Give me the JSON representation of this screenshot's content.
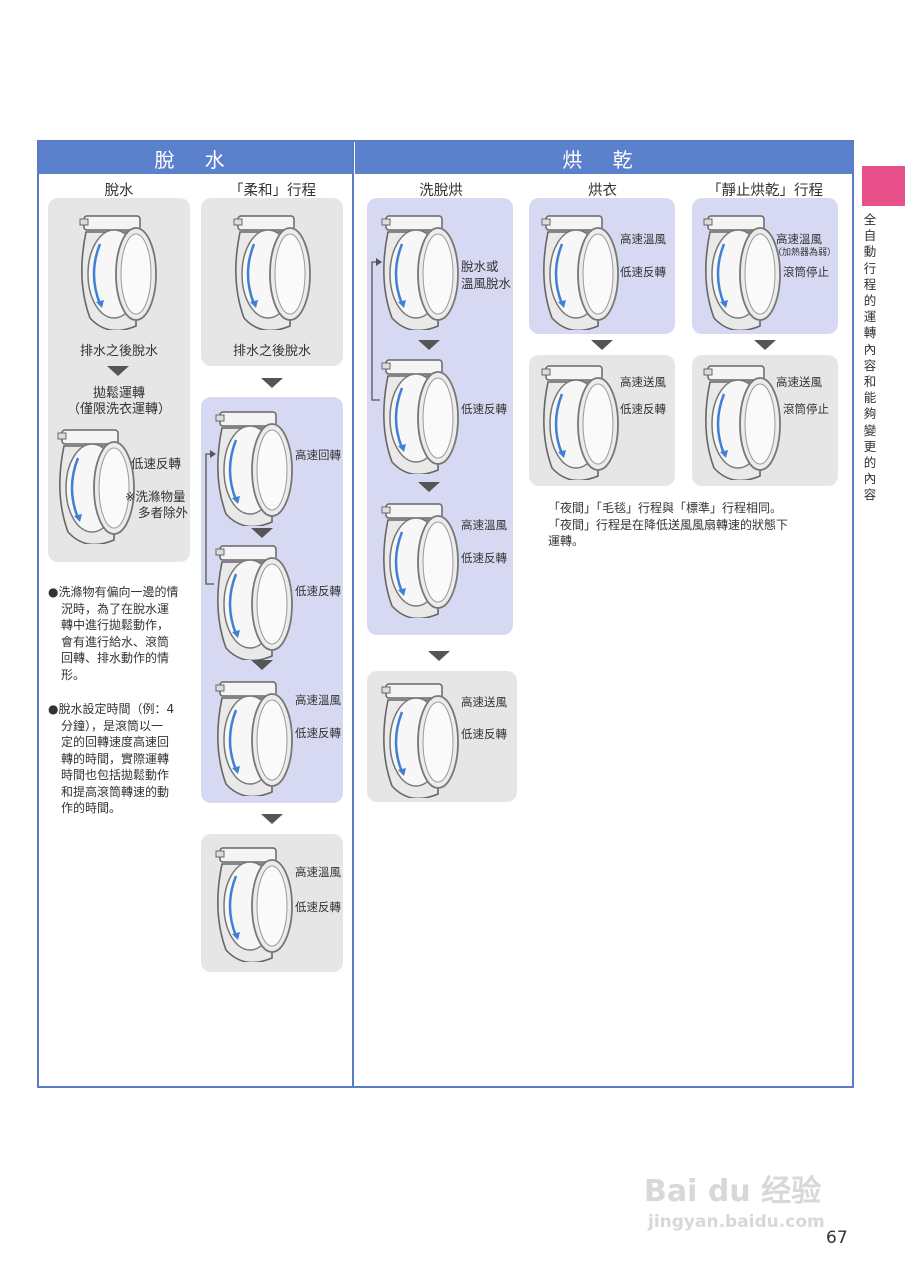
{
  "headers": {
    "dewater": "脫 水",
    "dry": "烘 乾"
  },
  "columns": {
    "dewater": "脫水",
    "gentle": "「柔和」行程",
    "wash_dry": "洗脫烘",
    "clothes_dry": "烘衣",
    "static_dry": "「靜止烘乾」行程"
  },
  "labels": {
    "drain_then_spin_1": "排水之後脫水",
    "drain_then_spin_2": "排水之後脫水",
    "loosen_title": "拋鬆運轉",
    "loosen_sub": "（僅限洗衣運轉）",
    "low_reverse": "低速反轉",
    "exclude_note_1": "※洗滌物量",
    "exclude_note_2": "多者除外",
    "high_rotate": "高速回轉",
    "high_warm_air": "高速溫風",
    "high_send_air": "高速送風",
    "dewater_or": "脫水或",
    "warm_air_dewater": "溫風脫水",
    "heater_weak": "（加熱器為弱）",
    "drum_stop": "滾筒停止"
  },
  "notes": {
    "note1": [
      "●洗滌物有偏向一邊的情",
      "況時，為了在脫水運",
      "轉中進行拋鬆動作，",
      "會有進行給水、滾筒",
      "回轉、排水動作的情",
      "形。"
    ],
    "note2": [
      "●脫水設定時間（例：4",
      "分鐘），是滾筒以一",
      "定的回轉速度高速回",
      "轉的時間，實際運轉",
      "時間也包括拋鬆動作",
      "和提高滾筒轉速的動",
      "作的時間。"
    ],
    "dry_note": [
      "「夜間」「毛毯」行程與「標準」行程相同。",
      "「夜間」行程是在降低送風風扇轉速的狀態下",
      "運轉。"
    ]
  },
  "side_tab": "全自動行程的運轉內容和能夠變更的內容",
  "page_number": "67",
  "watermark": {
    "logo": "Bai du 经验",
    "url": "jingyan.baidu.com"
  },
  "colors": {
    "header_blue": "#5b80cc",
    "panel_violet": "#d6d9f1",
    "panel_gray": "#e6e6e6",
    "tab_pink": "#e8508a"
  }
}
